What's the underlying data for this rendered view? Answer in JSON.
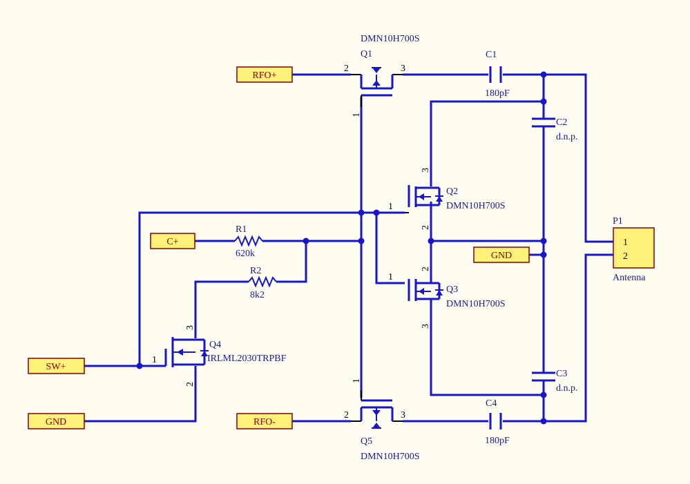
{
  "ports": {
    "rfo_plus": "RFO+",
    "rfo_minus": "RFO-",
    "c_plus": "C+",
    "sw_plus": "SW+",
    "gnd_left": "GND",
    "gnd_right": "GND"
  },
  "components": {
    "q1": {
      "ref": "Q1",
      "value": "DMN10H700S"
    },
    "q2": {
      "ref": "Q2",
      "value": "DMN10H700S"
    },
    "q3": {
      "ref": "Q3",
      "value": "DMN10H700S"
    },
    "q4": {
      "ref": "Q4",
      "value": "IRLML2030TRPBF"
    },
    "q5": {
      "ref": "Q5",
      "value": "DMN10H700S"
    },
    "r1": {
      "ref": "R1",
      "value": "620k"
    },
    "r2": {
      "ref": "R2",
      "value": "8k2"
    },
    "c1": {
      "ref": "C1",
      "value": "180pF"
    },
    "c2": {
      "ref": "C2",
      "value": "d.n.p."
    },
    "c3": {
      "ref": "C3",
      "value": "d.n.p."
    },
    "c4": {
      "ref": "C4",
      "value": "180pF"
    },
    "p1": {
      "ref": "P1",
      "value": "Antenna",
      "pin1": "1",
      "pin2": "2"
    }
  },
  "pins": {
    "q1_gate": "1",
    "q1_source": "2",
    "q1_drain": "3",
    "q2_gate": "1",
    "q2_source": "2",
    "q2_drain": "3",
    "q3_gate": "1",
    "q3_source": "2",
    "q3_drain": "3",
    "q4_gate": "1",
    "q4_source": "2",
    "q4_drain": "3",
    "q5_gate": "1",
    "q5_source": "2",
    "q5_drain": "3"
  },
  "colors": {
    "background": "#FFFDF2",
    "wire": "#1515D2",
    "port_fill": "#FFF27A",
    "port_border": "#8B0000",
    "label_text": "#1A1A8C"
  }
}
